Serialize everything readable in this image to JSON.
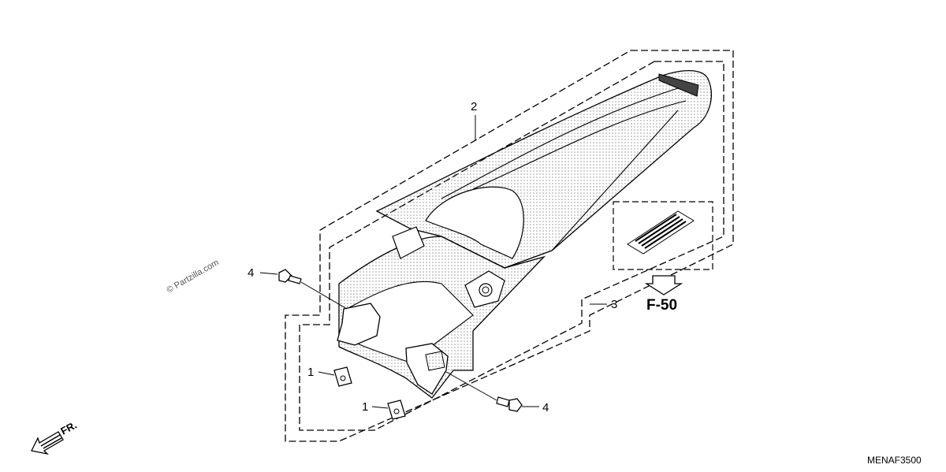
{
  "diagram": {
    "callouts": {
      "part_1a": "1",
      "part_1b": "1",
      "part_2": "2",
      "part_3": "3",
      "part_4a": "4",
      "part_4b": "4"
    },
    "reference": "F-50",
    "diagram_code": "MENAF3500",
    "direction_label": "FR.",
    "watermark": "© Partzilla.com"
  },
  "colors": {
    "line": "#000000",
    "background": "#ffffff",
    "dot_shade": "#9a9a9a"
  }
}
